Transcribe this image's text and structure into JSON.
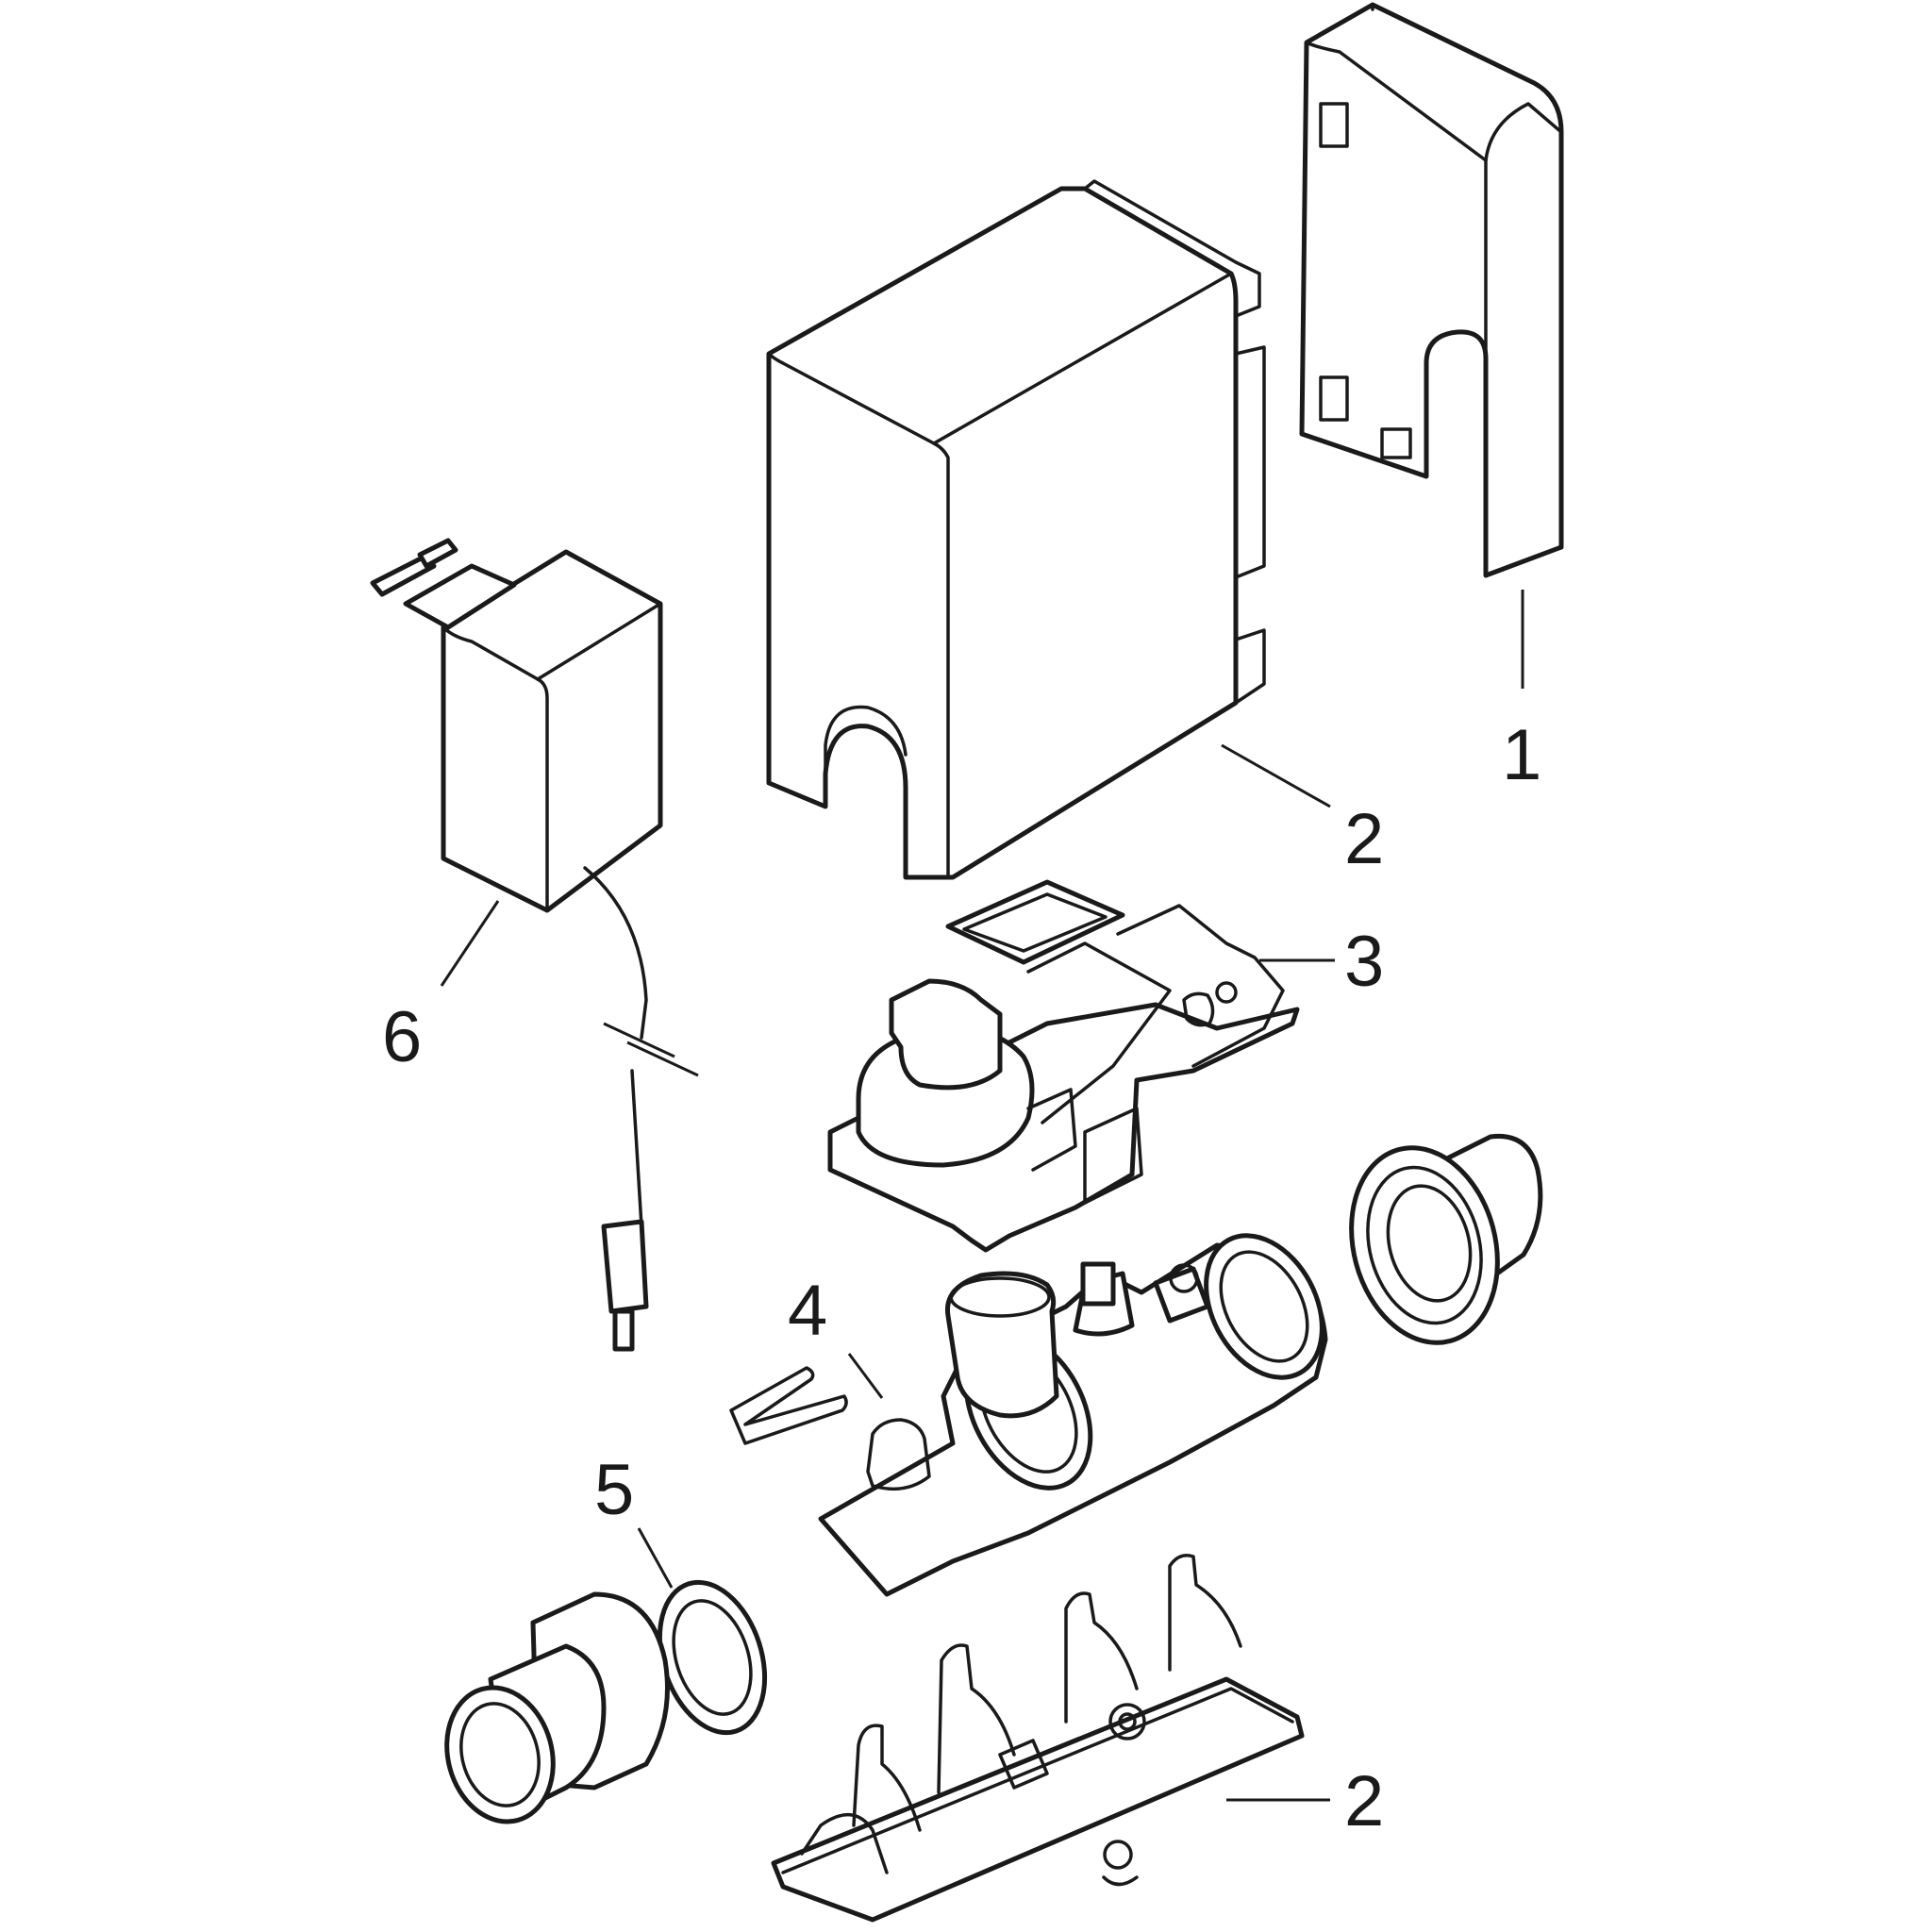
{
  "callouts": {
    "c1": "1",
    "c2_top": "2",
    "c3": "3",
    "c4": "4",
    "c5": "5",
    "c6": "6",
    "c2_bottom": "2"
  },
  "colors": {
    "line": "#1a1a1a",
    "background": "#ffffff"
  }
}
